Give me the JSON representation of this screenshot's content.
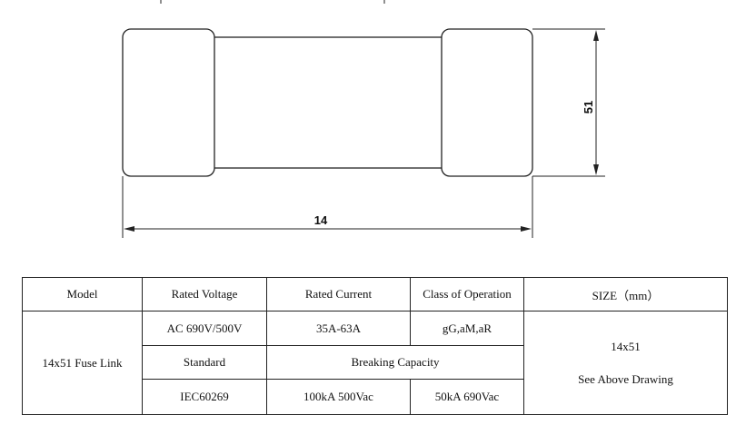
{
  "drawing": {
    "width_dimension": "14",
    "height_dimension": "51"
  },
  "table": {
    "headers": {
      "model": "Model",
      "rated_voltage": "Rated Voltage",
      "rated_current": "Rated Current",
      "class_of_operation": "Class of Operation",
      "size": "SIZE（mm）"
    },
    "model": "14x51 Fuse Link",
    "rated_voltage": "AC 690V/500V",
    "rated_current": "35A-63A",
    "class_of_operation": "gG,aM,aR",
    "size_value": "14x51",
    "size_note": "See Above Drawing",
    "standard_label": "Standard",
    "breaking_capacity_label": "Breaking Capacity",
    "standard_value": "IEC60269",
    "breaking_capacity_1": "100kA 500Vac",
    "breaking_capacity_2": "50kA 690Vac"
  }
}
